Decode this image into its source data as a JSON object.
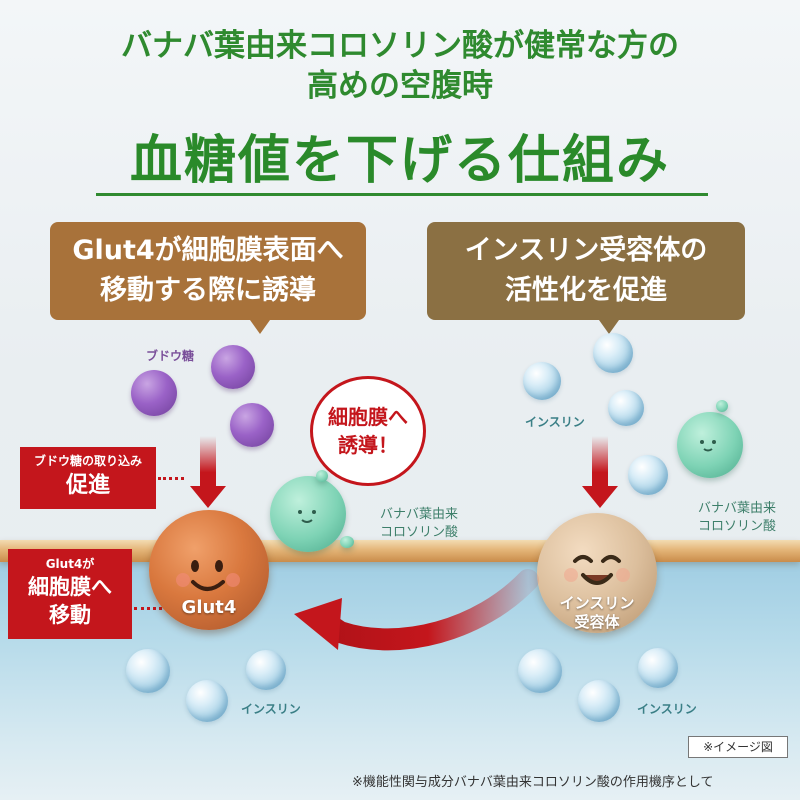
{
  "title": {
    "line1": "バナバ葉由来コロソリン酸が健常な方の",
    "line2": "高めの空腹時",
    "headline": "血糖値を下げる仕組み"
  },
  "callouts": {
    "left": {
      "line1": "Glut4が細胞膜表面へ",
      "line2": "移動する際に誘導"
    },
    "right": {
      "line1": "インスリン受容体の",
      "line2": "活性化を促進"
    }
  },
  "labels": {
    "glucose": "ブドウ糖",
    "insulin_top": "インスリン",
    "banaba_left_1": "バナバ葉由来",
    "banaba_left_2": "コロソリン酸",
    "banaba_right_1": "バナバ葉由来",
    "banaba_right_2": "コロソリン酸",
    "insulin_bottom_left": "インスリン",
    "insulin_bottom_right": "インスリン"
  },
  "badges": {
    "uptake_small": "ブドウ糖の取り込み",
    "uptake_big": "促進",
    "glut4_small": "Glut4が",
    "glut4_big_1": "細胞膜へ",
    "glut4_big_2": "移動"
  },
  "balloon": {
    "line1": "細胞膜へ",
    "line2": "誘導！"
  },
  "balls": {
    "glut4": "Glut4",
    "receptor_1": "インスリン",
    "receptor_2": "受容体"
  },
  "notes": {
    "image_note": "※イメージ図",
    "footer": "※機能性関与成分バナバ葉由来コロソリン酸の作用機序として"
  },
  "colors": {
    "title_green": "#2f8a2f",
    "callout_left": "#a8723a",
    "callout_right": "#8b7043",
    "accent_red": "#c4161c"
  }
}
